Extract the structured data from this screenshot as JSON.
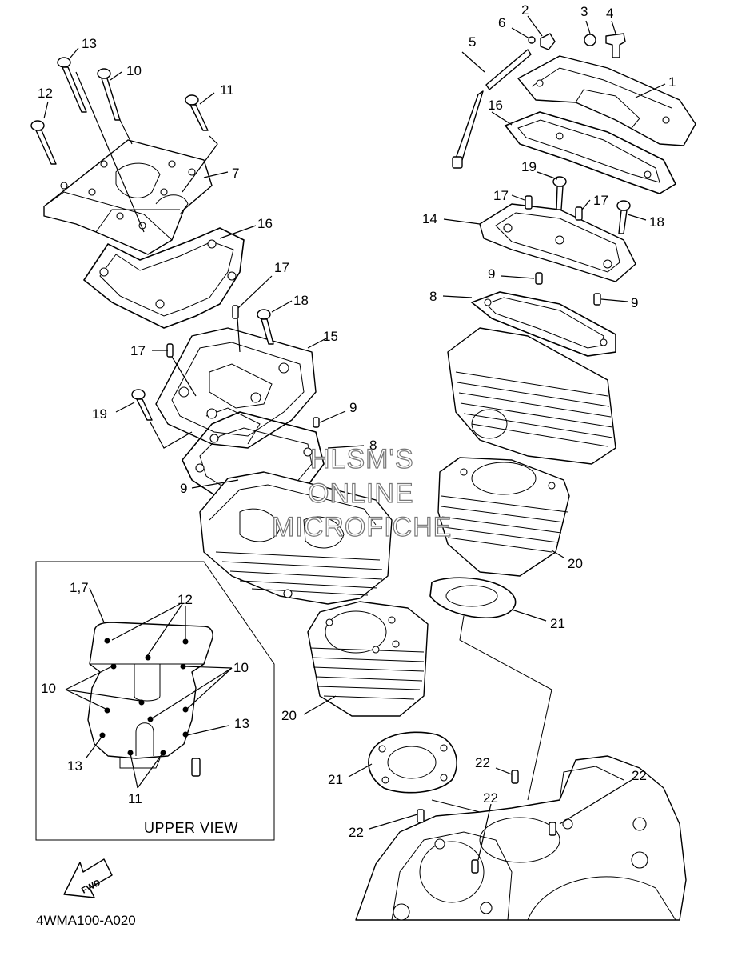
{
  "diagram": {
    "part_numbers": {
      "p1": "1",
      "p2": "2",
      "p3": "3",
      "p4": "4",
      "p5": "5",
      "p6": "6",
      "p7": "7",
      "p8a": "8",
      "p8b": "8",
      "p9a": "9",
      "p9b": "9",
      "p9c": "9",
      "p9d": "9",
      "p10": "10",
      "p11": "11",
      "p12": "12",
      "p13": "13",
      "p14": "14",
      "p15": "15",
      "p16a": "16",
      "p16b": "16",
      "p17a": "17",
      "p17b": "17",
      "p17c": "17",
      "p17d": "17",
      "p18a": "18",
      "p18b": "18",
      "p19a": "19",
      "p19b": "19",
      "p20a": "20",
      "p20b": "20",
      "p21a": "21",
      "p21b": "21",
      "p22a": "22",
      "p22b": "22",
      "p22c": "22",
      "p22d": "22"
    },
    "inset": {
      "title": "UPPER VIEW",
      "labels": {
        "l17": "1,7",
        "l12": "12",
        "l10a": "10",
        "l10b": "10",
        "l13a": "13",
        "l13b": "13",
        "l11": "11"
      }
    },
    "watermark": [
      "HLSM'S",
      "ONLINE",
      "MICROFICHE"
    ],
    "fwd_label": "FWD",
    "diagram_code": "4WMA100-A020"
  }
}
